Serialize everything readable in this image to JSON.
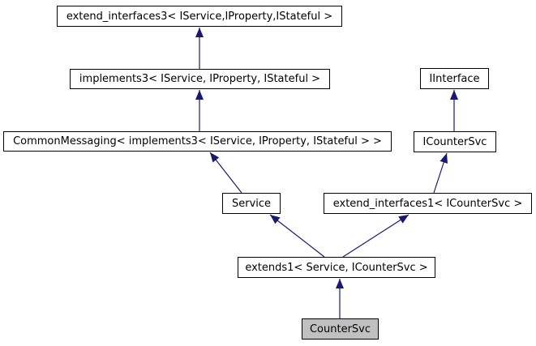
{
  "diagram": {
    "type": "class-inheritance-graph",
    "nodes": [
      {
        "id": "extend_interfaces3",
        "label": "extend_interfaces3< IService,IProperty,IStateful >",
        "current": false
      },
      {
        "id": "implements3",
        "label": "implements3< IService, IProperty, IStateful >",
        "current": false
      },
      {
        "id": "CommonMessaging",
        "label": "CommonMessaging< implements3< IService, IProperty, IStateful > >",
        "current": false
      },
      {
        "id": "IInterface",
        "label": "IInterface",
        "current": false
      },
      {
        "id": "ICounterSvc",
        "label": "ICounterSvc",
        "current": false
      },
      {
        "id": "Service",
        "label": "Service",
        "current": false
      },
      {
        "id": "extend_interfaces1",
        "label": "extend_interfaces1< ICounterSvc >",
        "current": false
      },
      {
        "id": "extends1",
        "label": "extends1< Service, ICounterSvc >",
        "current": false
      },
      {
        "id": "CounterSvc",
        "label": "CounterSvc",
        "current": true
      }
    ],
    "edges": [
      {
        "from": "implements3",
        "to": "extend_interfaces3"
      },
      {
        "from": "CommonMessaging",
        "to": "implements3"
      },
      {
        "from": "Service",
        "to": "CommonMessaging"
      },
      {
        "from": "ICounterSvc",
        "to": "IInterface"
      },
      {
        "from": "extend_interfaces1",
        "to": "ICounterSvc"
      },
      {
        "from": "extends1",
        "to": "Service"
      },
      {
        "from": "extends1",
        "to": "extend_interfaces1"
      },
      {
        "from": "CounterSvc",
        "to": "extends1"
      }
    ],
    "colors": {
      "edge": "#191970",
      "node_border": "#000000",
      "node_fill": "#ffffff",
      "current_node_fill": "#c0c0c0",
      "text": "#000000",
      "background": "#ffffff"
    }
  }
}
